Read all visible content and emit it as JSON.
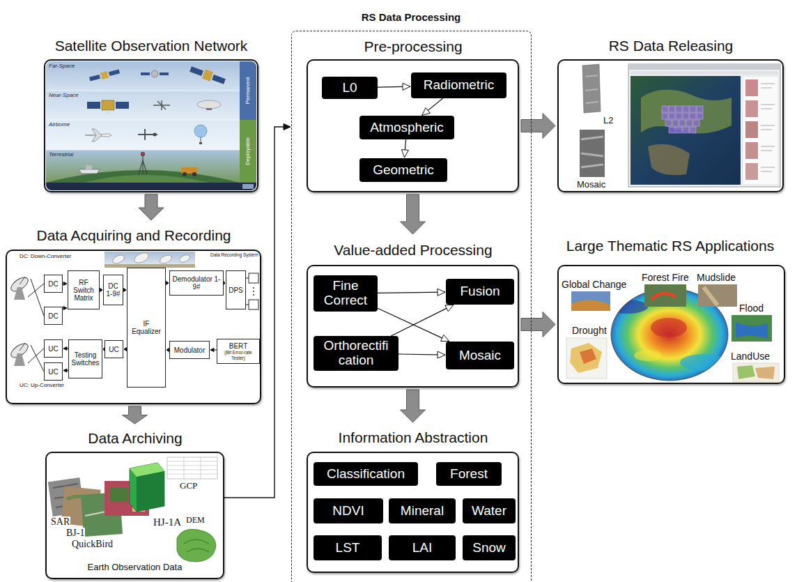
{
  "diagram": {
    "nodes": [
      {
        "text": [
          "Satellite Observation Network"
        ]
      },
      {
        "text": [
          "Data Acquiring and Recording"
        ]
      },
      {
        "text": [
          "DC"
        ],
        "in": 1
      },
      {
        "text": [
          "DC"
        ],
        "in": 1
      },
      {
        "text": [
          "RF Switch Matrix"
        ],
        "in": 1
      },
      {
        "text": [
          "DC 1-9#"
        ],
        "in": 1
      },
      {
        "text": [
          "IF Equalizer"
        ],
        "in": 1
      },
      {
        "text": [
          "Demodulator 1-9#"
        ],
        "in": 1
      },
      {
        "text": [
          "DPS"
        ],
        "in": 1
      },
      {
        "text": [
          "UC"
        ],
        "in": 1
      },
      {
        "text": [
          "UC"
        ],
        "in": 1
      },
      {
        "text": [
          "Testing Switches"
        ],
        "in": 1
      },
      {
        "text": [
          "UC"
        ],
        "in": 1
      },
      {
        "text": [
          "Modulator"
        ],
        "in": 1
      },
      {
        "text": [
          "BERT",
          "(Bit Error-rate Tester)"
        ],
        "in": 1
      },
      {
        "text": [
          "Data Archiving"
        ]
      },
      {
        "text": [
          "RS Data Processing"
        ]
      },
      {
        "text": [
          "Pre-processing"
        ],
        "in": 16
      },
      {
        "text": [
          "L0"
        ],
        "in": 17
      },
      {
        "text": [
          "Radiometric"
        ],
        "in": 17
      },
      {
        "text": [
          "Atmospheric"
        ],
        "in": 17
      },
      {
        "text": [
          "Geometric"
        ],
        "in": 17
      },
      {
        "text": [
          "Value-added Processing"
        ],
        "in": 16
      },
      {
        "text": [
          "Fine Correct"
        ],
        "in": 22
      },
      {
        "text": [
          "Orthorectifi cation"
        ],
        "in": 22
      },
      {
        "text": [
          "Fusion"
        ],
        "in": 22
      },
      {
        "text": [
          "Mosaic"
        ],
        "in": 22
      },
      {
        "text": [
          "Information Abstraction"
        ],
        "in": 16
      },
      {
        "text": [
          "Classification"
        ],
        "in": 27
      },
      {
        "text": [
          "Forest"
        ],
        "in": 27
      },
      {
        "text": [
          "NDVI"
        ],
        "in": 27
      },
      {
        "text": [
          "Mineral"
        ],
        "in": 27
      },
      {
        "text": [
          "Water"
        ],
        "in": 27
      },
      {
        "text": [
          "LST"
        ],
        "in": 27
      },
      {
        "text": [
          "LAI"
        ],
        "in": 27
      },
      {
        "text": [
          "Snow"
        ],
        "in": 27
      },
      {
        "text": [
          "RS Data Releasing"
        ]
      },
      {
        "text": [
          "Large Thematic RS Applications"
        ]
      }
    ],
    "edges": [
      {
        "from": 0,
        "to": 1,
        "arrow": "to"
      },
      {
        "from": 1,
        "to": 15,
        "arrow": "to"
      },
      {
        "from": 15,
        "to": 16,
        "arrow": "to"
      },
      {
        "from": 17,
        "to": 22,
        "arrow": "to"
      },
      {
        "from": 22,
        "to": 27,
        "arrow": "to"
      },
      {
        "from": 17,
        "to": 36,
        "arrow": "to"
      },
      {
        "from": 22,
        "to": 37,
        "arrow": "to"
      },
      {
        "from": 18,
        "to": 19,
        "arrow": "to"
      },
      {
        "from": 19,
        "to": 20,
        "arrow": "to"
      },
      {
        "from": 20,
        "to": 21,
        "arrow": "to"
      },
      {
        "from": 23,
        "to": 25,
        "arrow": "to"
      },
      {
        "from": 23,
        "to": 26,
        "arrow": "to"
      },
      {
        "from": 24,
        "to": 25,
        "arrow": "to"
      },
      {
        "from": 24,
        "to": 26,
        "arrow": "to"
      },
      {
        "from": 2,
        "to": 4,
        "arrow": "to"
      },
      {
        "from": 3,
        "to": 4,
        "arrow": "to"
      },
      {
        "from": 4,
        "to": 5,
        "arrow": "to"
      },
      {
        "from": 5,
        "to": 6,
        "arrow": "to"
      },
      {
        "from": 6,
        "to": 7,
        "arrow": "to"
      },
      {
        "from": 7,
        "to": 8,
        "arrow": "to"
      },
      {
        "from": 14,
        "to": 13,
        "arrow": "to"
      },
      {
        "from": 13,
        "to": 6,
        "arrow": "to"
      },
      {
        "from": 6,
        "to": 12,
        "arrow": "to"
      },
      {
        "from": 12,
        "to": 11,
        "arrow": "to"
      },
      {
        "from": 11,
        "to": 9,
        "arrow": "to"
      },
      {
        "from": 11,
        "to": 10,
        "arrow": "to"
      }
    ],
    "labels": [
      "Far-Space",
      "Near-Space",
      "Airborne",
      "Terrestrial",
      "Permanent",
      "Deployable",
      "DC: Down-Converter",
      "UC: Up-Converter",
      "Data Recording System",
      "SAR",
      "BJ-1",
      "QuickBird",
      "HJ-1A",
      "GCP",
      "DEM",
      "Earth Observation Data",
      "L2",
      "Mosaic",
      "Global Change",
      "Forest Fire",
      "Mudslide",
      "Flood",
      "Drought",
      "LandUse"
    ]
  }
}
